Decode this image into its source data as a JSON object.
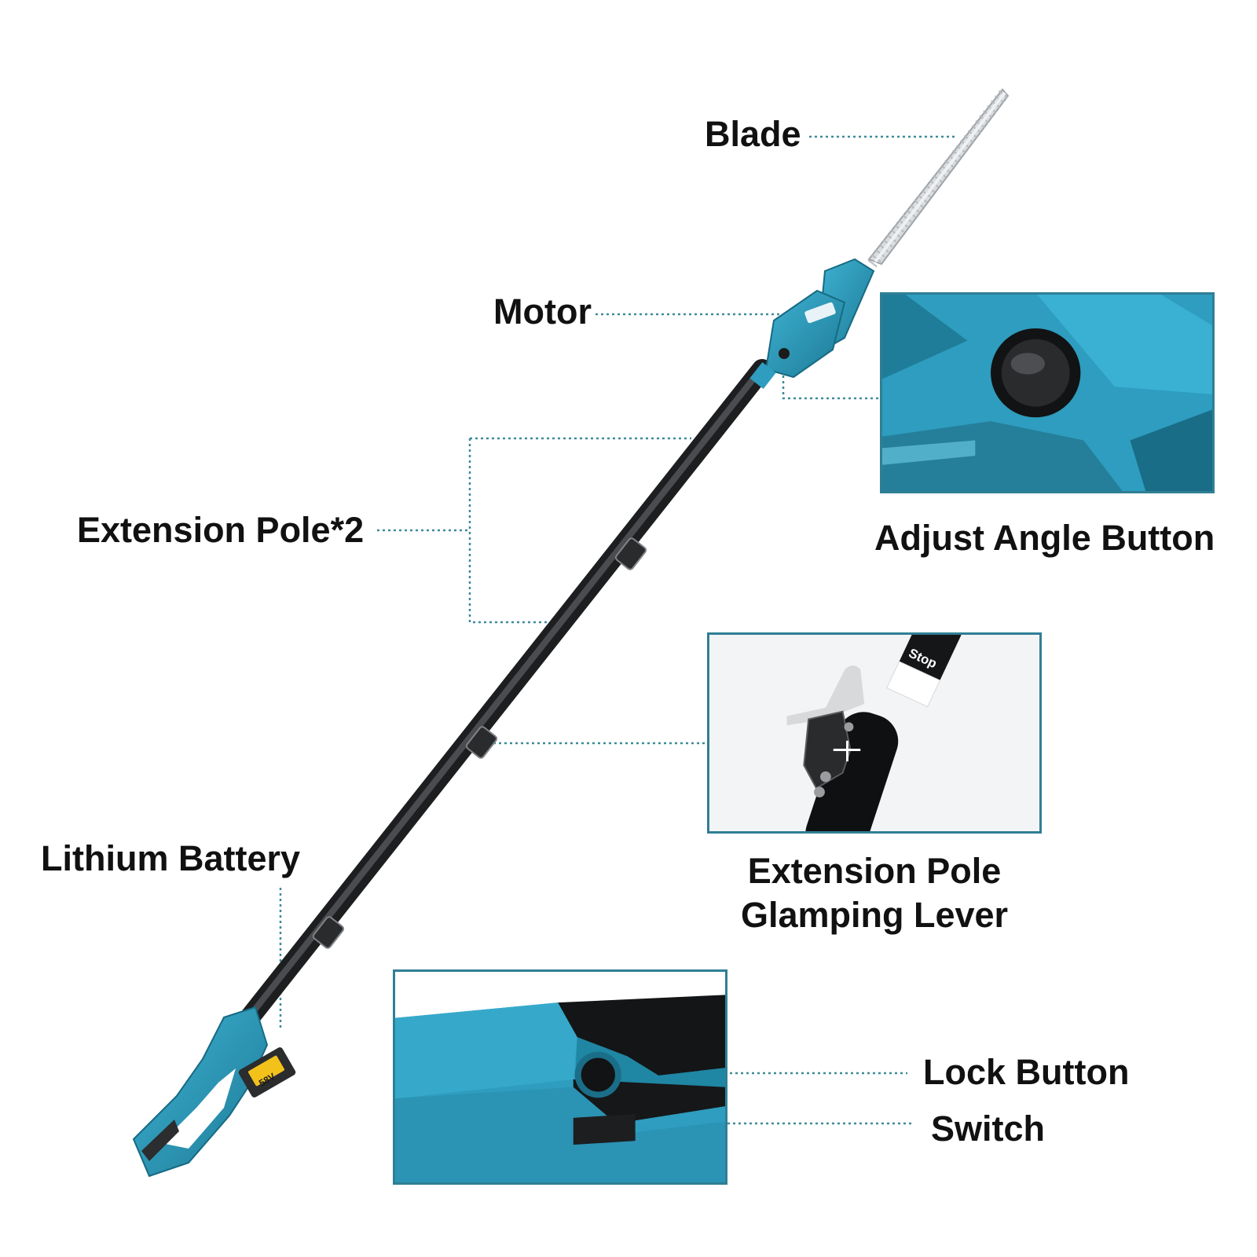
{
  "labels": {
    "blade": "Blade",
    "motor": "Motor",
    "extension_pole": "Extension Pole*2",
    "adjust_angle_button": "Adjust Angle Button",
    "lithium_battery": "Lithium Battery",
    "clamping_lever_line1": "Extension Pole",
    "clamping_lever_line2": "Glamping Lever",
    "lock_button": "Lock Button",
    "switch": "Switch"
  },
  "product_markings": {
    "stop": "Stop",
    "battery_voltage": "58V"
  },
  "colors": {
    "tool_blue": "#2e9dbf",
    "tool_blue_dark": "#1c7894",
    "pole_black": "#2b2c2e",
    "frame_teal": "#2f7f95",
    "leader_line": "#3f8a99",
    "battery_yellow": "#f2c21b"
  }
}
